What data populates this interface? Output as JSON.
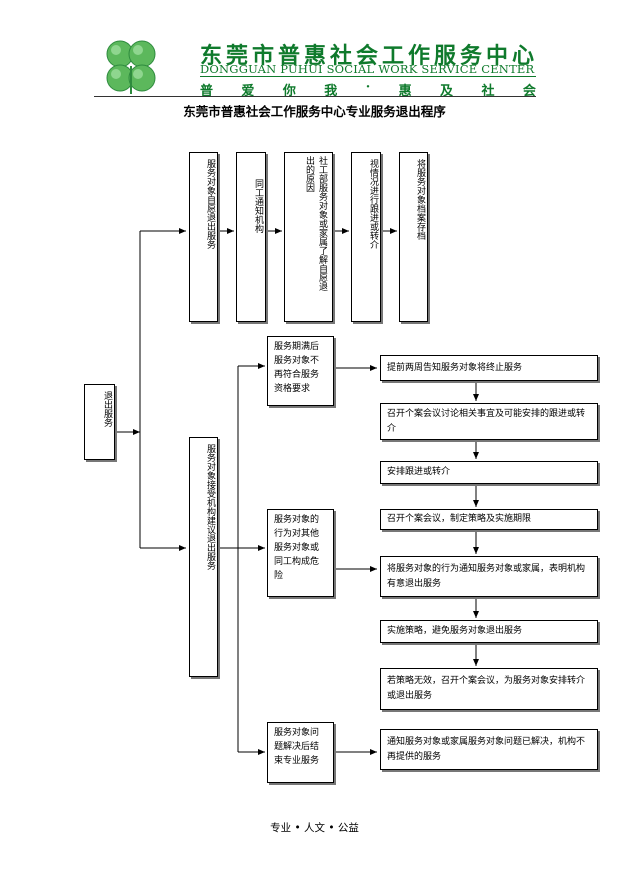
{
  "header": {
    "org_name_cn": "东莞市普惠社会工作服务中心",
    "org_name_en": "DONGGUAN PUHUI SOCIAL WORK SERVICE CENTER",
    "slogan": [
      "普",
      "爱",
      "你",
      "我",
      "·",
      "惠",
      "及",
      "社",
      "会"
    ]
  },
  "title": "东莞市普惠社会工作服务中心专业服务退出程序",
  "nodes": {
    "exit_service": "退出服务",
    "self_exit": "服务对象自愿退出服务",
    "notify_colleague": "同工通知机构",
    "understand_reason": [
      "社工部服务对象或家属了解自愿退出的原因"
    ],
    "follow_up": "视情况进行跟进或转介",
    "archive": "将服务对象档案存档",
    "accept_suggestion": "服务对象接受机构建议退出服务",
    "cond_expired": "服务期满后服务对象不再符合服务资格要求",
    "cond_danger": "服务对象的行为对其他服务对象或同工构成危险",
    "cond_solved": "服务对象问题解决后结束专业服务",
    "step_notify_two_weeks": "提前两周告知服务对象将终止服务",
    "step_case_meeting": "召开个案会议讨论相关事宜及可能安排的跟进或转介",
    "step_arrange": "安排跟进或转介",
    "step_meeting_strategy": "召开个案会议，制定策略及实施期限",
    "step_notify_family": "将服务对象的行为通知服务对象或家属，表明机构有意退出服务",
    "step_implement": "实施策略，避免服务对象退出服务",
    "step_ineffective": "若策略无效，召开个案会议，为服务对象安排转介或退出服务",
    "step_notify_solved": "通知服务对象或家属服务对象问题已解决，机构不再提供的服务"
  },
  "footer": "专业 • 人文 • 公益",
  "colors": {
    "brand_green": "#0f7a2c",
    "line": "#000000"
  }
}
